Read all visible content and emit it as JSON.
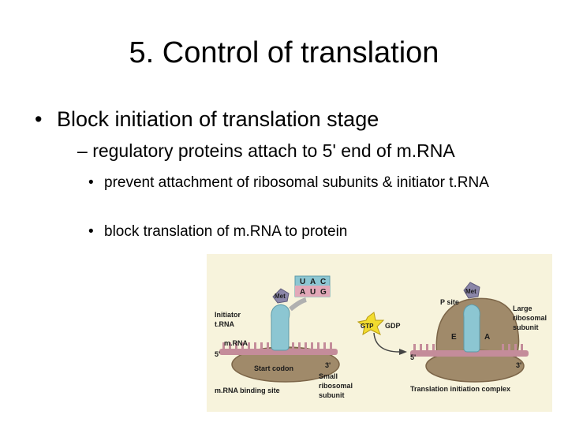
{
  "slide": {
    "title": "5. Control of translation",
    "bullet_1": "Block initiation of translation stage",
    "bullet_1_1": "regulatory proteins attach to 5' end of m.RNA",
    "bullet_1_1_1": "prevent attachment of ribosomal subunits & initiator t.RNA",
    "bullet_1_1_2": "block translation of m.RNA to protein"
  },
  "figure": {
    "met_left": "Met",
    "codon_top": [
      "U",
      "A",
      "C"
    ],
    "codon_bottom": [
      "A",
      "U",
      "G"
    ],
    "initiator_trna": [
      "Initiator",
      "t.RNA"
    ],
    "mrna": "m.RNA",
    "five_prime_left": "5'",
    "three_prime_left": "3'",
    "start_codon": "Start codon",
    "small_subunit": [
      "Small",
      "ribosomal",
      "subunit"
    ],
    "mrna_binding_site": "m.RNA binding site",
    "gtp": "GTP",
    "gdp": "GDP",
    "met_right": "Met",
    "p_site": "P site",
    "large_subunit": [
      "Large",
      "ribosomal",
      "subunit"
    ],
    "e_site": "E",
    "a_site": "A",
    "five_prime_right": "5'",
    "three_prime_right": "3'",
    "complex_label": "Translation initiation complex"
  },
  "colors": {
    "ribosome": "#a08a6a",
    "ribosome_dark": "#7c6548",
    "figure_bg": "#f7f3dc",
    "trna": "#8cc6d2",
    "mrna": "#c48c9a",
    "met": "#8b86a8",
    "gtp": "#f3dc2e"
  }
}
